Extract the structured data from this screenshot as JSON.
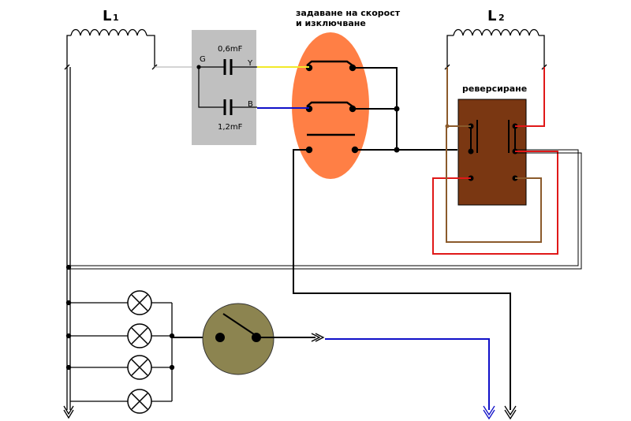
{
  "labels": {
    "coil1_name": "L",
    "coil1_sub": "1",
    "coil2_name": "L",
    "coil2_sub": "2",
    "speed_switch_line1": "задаване на скорост",
    "speed_switch_line2": "и изключване",
    "reverse_label": "реверсиране",
    "cap1_value": "0,6mF",
    "cap2_value": "1,2mF",
    "terminal_g": "G",
    "terminal_y": "Y",
    "terminal_b": "B"
  },
  "colors": {
    "wire_black": "#000000",
    "wire_yellow": "#f2ea2a",
    "wire_blue": "#1010c8",
    "wire_red": "#e01818",
    "wire_brown": "#8b5a2b",
    "cap_box": "#c0c0c0",
    "speed_switch": "#ff7f45",
    "reverse_box": "#7a3712",
    "wall_switch": "#8c8450"
  },
  "icons": [
    "coil-icon",
    "capacitor-icon",
    "lamp-icon",
    "switch-icon",
    "arrow-down-icon",
    "arrow-right-icon"
  ]
}
